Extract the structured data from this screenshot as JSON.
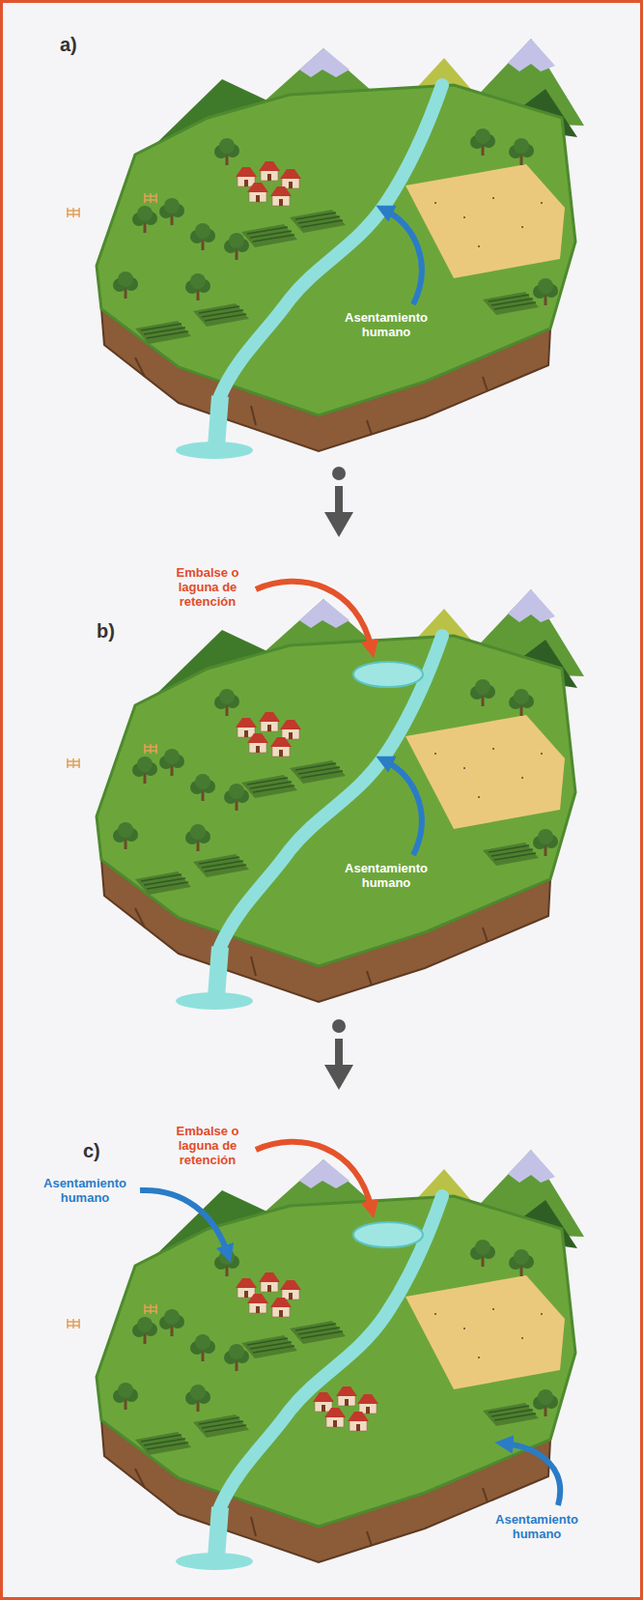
{
  "diagram": {
    "labels": [
      "a)",
      "Asentamiento humano",
      "Embalse o laguna de retención",
      "b)",
      "Asentamiento humano",
      "Embalse o laguna de retención",
      "c)",
      "Asentamiento humano",
      "Asentamiento humano"
    ]
  }
}
